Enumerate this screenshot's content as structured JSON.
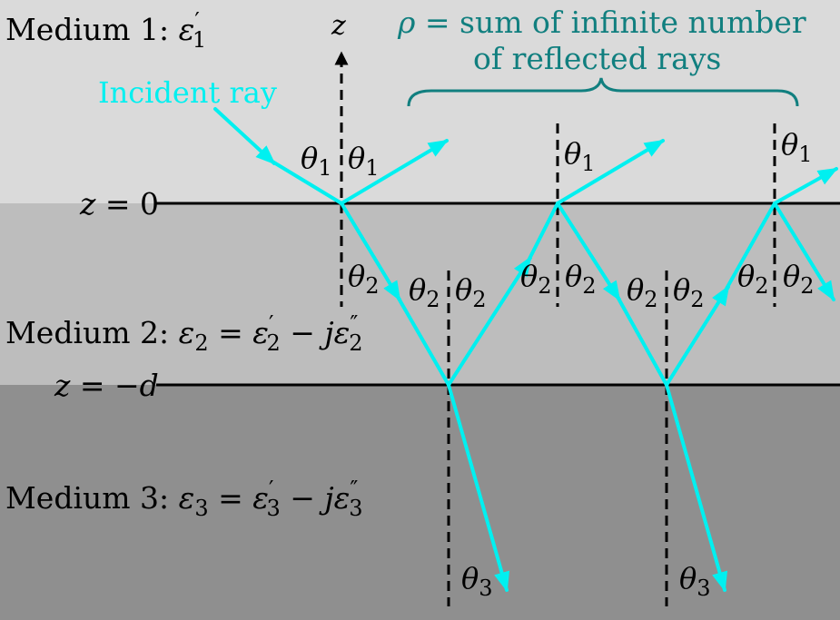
{
  "colors": {
    "medium1": "#dadada",
    "medium2": "#bdbdbd",
    "medium3": "#8f8f8f",
    "ray": "#00f0f0",
    "brace": "#117f7f"
  },
  "labels": {
    "medium1_prefix": "Medium 1: ",
    "medium1_eps": "ε",
    "medium1_sub": "1",
    "medium1_sup": "′",
    "medium2_prefix": "Medium 2: ",
    "medium2_eps": "ε",
    "medium2_sub": "2",
    "medium2_eq": " = ",
    "medium2_eps_b": "ε",
    "medium2_sup_b": "′",
    "medium2_sub_b": "2",
    "medium2_minus": " − ",
    "medium2_j": "j",
    "medium2_eps_c": "ε",
    "medium2_sup_c": "″",
    "medium2_sub_c": "2",
    "medium3_prefix": "Medium 3: ",
    "medium3_eps": "ε",
    "medium3_sub": "3",
    "medium3_eq": " = ",
    "medium3_eps_b": "ε",
    "medium3_sup_b": "′",
    "medium3_sub_b": "3",
    "medium3_minus": " − ",
    "medium3_j": "j",
    "medium3_eps_c": "ε",
    "medium3_sup_c": "″",
    "medium3_sub_c": "3",
    "z_axis": "z",
    "z0_var": "z",
    "z0_rest": " = 0",
    "zd_var": "z",
    "zd_mid": " = −",
    "zd_d": "d",
    "incident": "Incident ray",
    "rho_line1_sym": "ρ",
    "rho_line1_rest": " = sum of infinite number",
    "rho_line2": "of reflected rays",
    "theta": "θ",
    "sub1": "1",
    "sub2": "2",
    "sub3": "3"
  }
}
